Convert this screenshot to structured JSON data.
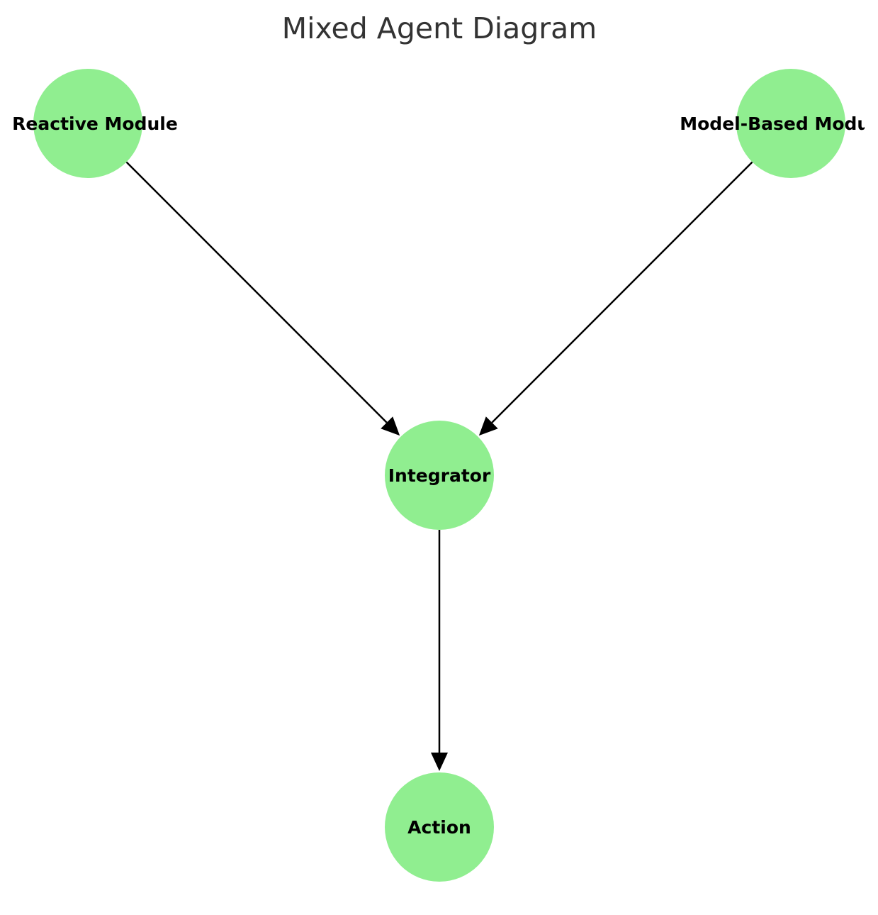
{
  "title": "Mixed Agent Diagram",
  "colors": {
    "node_fill": "#90ee90",
    "edge": "#000000",
    "title": "#333333"
  },
  "nodes": [
    {
      "id": "reactive",
      "label": "Reactive Module"
    },
    {
      "id": "model",
      "label": "Model-Based Module"
    },
    {
      "id": "integrator",
      "label": "Integrator"
    },
    {
      "id": "action",
      "label": "Action"
    }
  ],
  "edges": [
    {
      "from": "Reactive Module",
      "to": "Integrator"
    },
    {
      "from": "Model-Based Module",
      "to": "Integrator"
    },
    {
      "from": "Integrator",
      "to": "Action"
    }
  ]
}
